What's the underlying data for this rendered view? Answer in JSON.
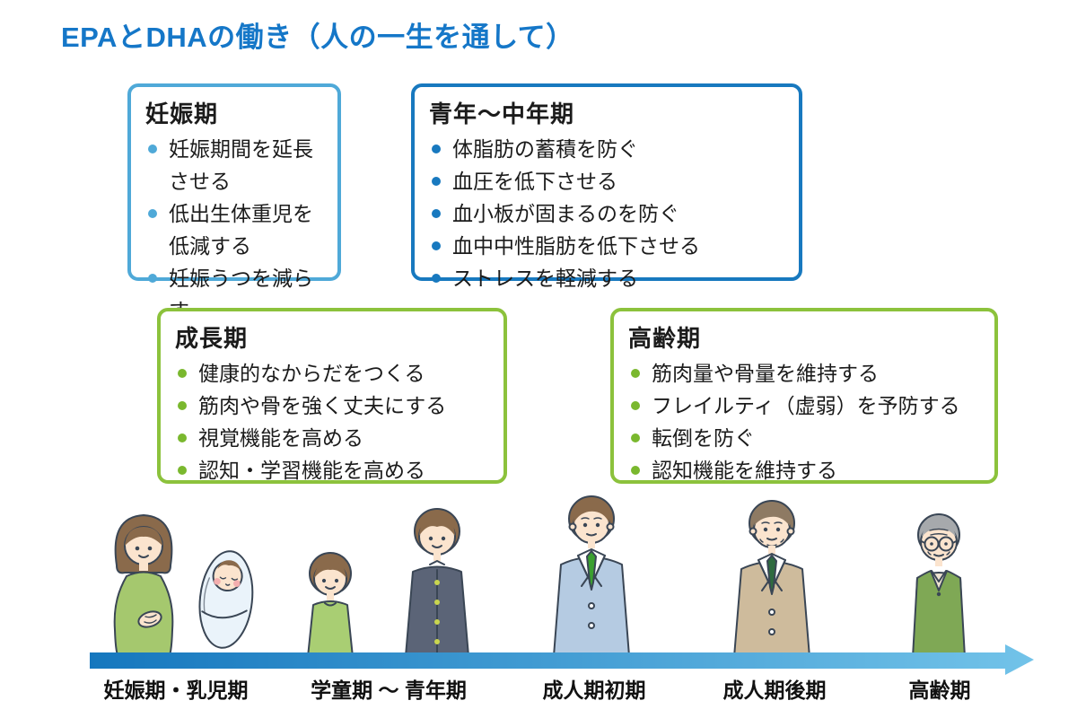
{
  "title": "EPAとDHAの働き（人の一生を通して）",
  "colors": {
    "title_blue": "#1577C8",
    "pregnancy_border": "#4FA9D8",
    "pregnancy_bullet": "#4FA9D8",
    "youth_border": "#1879BF",
    "youth_bullet": "#1879BF",
    "green_border": "#8CC23C",
    "green_bullet": "#7AB82E",
    "arrow_start": "#1577BE",
    "arrow_end": "#72C3E9",
    "text_dark": "#1b1b1b"
  },
  "boxes": [
    {
      "heading": "妊娠期",
      "items": [
        "妊娠期間を延長\nさせる",
        "低出生体重児を\n低減する",
        "妊娠うつを減らす"
      ],
      "border_color": "#4FA9D8",
      "bullet_color": "#4FA9D8"
    },
    {
      "heading": "青年～中年期",
      "items": [
        "体脂肪の蓄積を防ぐ",
        "血圧を低下させる",
        "血小板が固まるのを防ぐ",
        "血中中性脂肪を低下させる",
        "ストレスを軽減する"
      ],
      "border_color": "#1879BF",
      "bullet_color": "#1879BF"
    },
    {
      "heading": "成長期",
      "items": [
        "健康的なからだをつくる",
        "筋肉や骨を強く丈夫にする",
        "視覚機能を高める",
        "認知・学習機能を高める"
      ],
      "border_color": "#8CC23C",
      "bullet_color": "#7AB82E"
    },
    {
      "heading": "高齢期",
      "items": [
        "筋肉量や骨量を維持する",
        "フレイルティ（虚弱）を予防する",
        "転倒を防ぐ",
        "認知機能を維持する"
      ],
      "border_color": "#8CC23C",
      "bullet_color": "#7AB82E"
    }
  ],
  "timeline": {
    "labels": [
      "妊娠期・乳児期",
      "学童期 〜 青年期",
      "成人期初期",
      "成人期後期",
      "高齢期"
    ]
  },
  "figures": [
    {
      "name": "pregnant-woman-illustration"
    },
    {
      "name": "swaddled-baby-illustration"
    },
    {
      "name": "young-child-illustration"
    },
    {
      "name": "teenager-illustration"
    },
    {
      "name": "young-adult-man-illustration"
    },
    {
      "name": "middle-aged-man-illustration"
    },
    {
      "name": "elderly-man-illustration"
    }
  ]
}
